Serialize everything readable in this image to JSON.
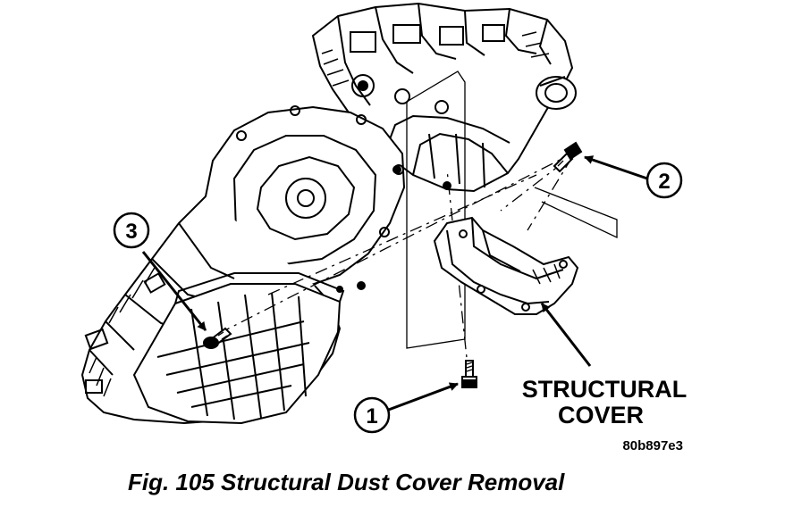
{
  "callouts": {
    "one": "1",
    "two": "2",
    "three": "3"
  },
  "label": {
    "line1": "STRUCTURAL",
    "line2": "COVER"
  },
  "figure_code": "80b897e3",
  "caption": "Fig. 105 Structural Dust Cover Removal"
}
